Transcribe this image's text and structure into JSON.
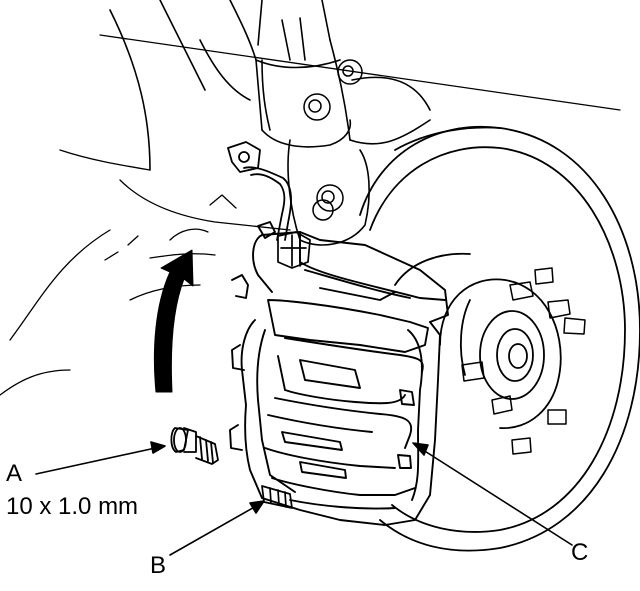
{
  "callouts": {
    "a": {
      "letter": "A",
      "spec": "10 x 1.0 mm"
    },
    "b": {
      "letter": "B"
    },
    "c": {
      "letter": "C"
    }
  },
  "colors": {
    "line": "#000000",
    "background": "#ffffff"
  },
  "icons": {
    "rotation_arrow": "curved-up-arrow-icon"
  }
}
